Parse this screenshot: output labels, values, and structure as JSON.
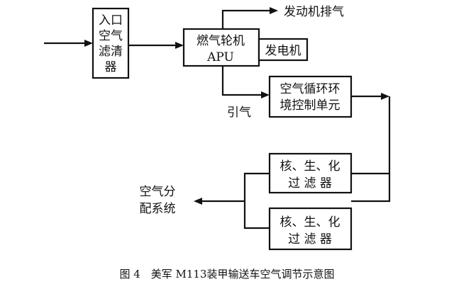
{
  "boxes": {
    "inlet_filter": [
      "入口",
      "空气",
      "滤清",
      "器"
    ],
    "apu": [
      "燃气轮机",
      "APU"
    ],
    "generator": "发电机",
    "ecu": [
      "空气循环环",
      "境控制单元"
    ],
    "filter_top": [
      "核、生、化",
      "过 滤 器"
    ],
    "filter_bottom": [
      "核、生、化",
      "过 滤 器"
    ]
  },
  "labels": {
    "exhaust": "发动机排气",
    "bleed": "引气",
    "distribution": [
      "空气分",
      "配系统"
    ]
  },
  "caption": "图 4　美军 M113装甲输送车空气调节示意图"
}
